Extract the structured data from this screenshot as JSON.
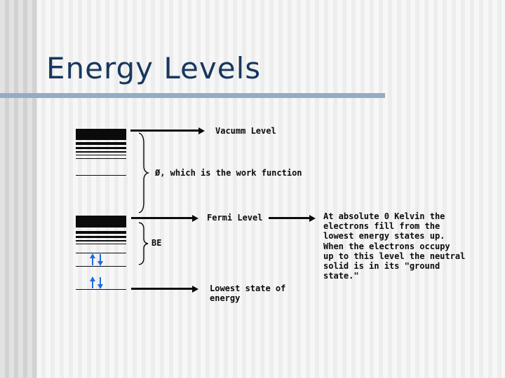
{
  "slide": {
    "title": "Energy Levels",
    "labels": {
      "vacuum": "Vacumm Level",
      "work_function": "Ø, which is the work function",
      "fermi": "Fermi Level",
      "binding_energy": "BE",
      "lowest_state": "Lowest state of\nenergy",
      "note": "At absolute 0 Kelvin the\nelectrons fill from the\nlowest energy states up.\nWhen the electrons occupy\nup to this level the neutral\nsolid is in its \"ground\nstate.\""
    },
    "colors": {
      "title_navy": "#17375e",
      "divider_blue_gray": "#95abc4",
      "diagram_ink": "#0b0b0b",
      "spin_arrow_blue": "#1a6be0"
    }
  }
}
